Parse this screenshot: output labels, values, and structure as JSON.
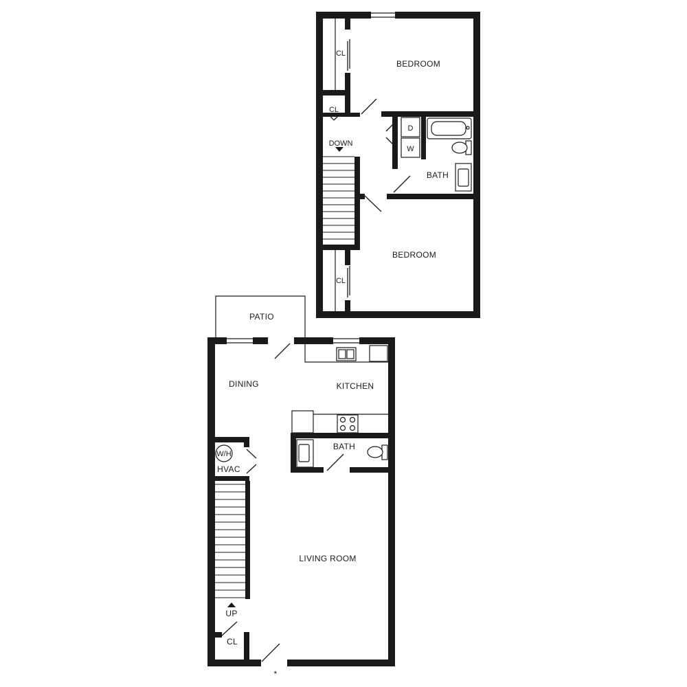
{
  "labels": {
    "bedroom_upper": "BEDROOM",
    "bedroom_lower": "BEDROOM",
    "bath_upper": "BATH",
    "closet_upper_1": "CL",
    "closet_upper_2": "CL",
    "closet_upper_3": "CL",
    "dryer": "D",
    "washer": "W",
    "stairs_down": "DOWN",
    "patio": "PATIO",
    "dining": "DINING",
    "kitchen": "KITCHEN",
    "bath_lower": "BATH",
    "water_heater": "W/H",
    "hvac": "HVAC",
    "living_room": "LIVING ROOM",
    "stairs_up": "UP",
    "closet_lower": "CL",
    "entry_marker": "*"
  }
}
